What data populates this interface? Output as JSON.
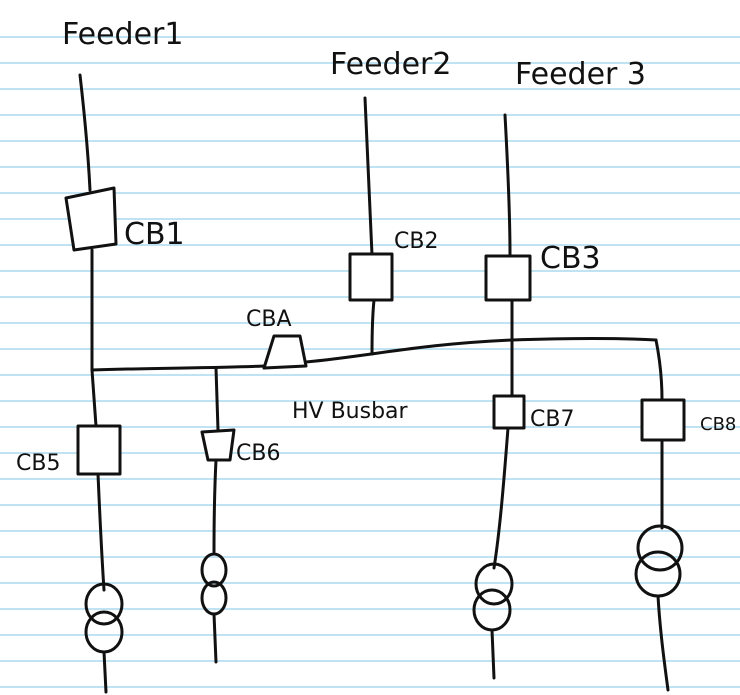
{
  "feeders": [
    {
      "label": "Feeder1"
    },
    {
      "label": "Feeder2"
    },
    {
      "label": "Feeder 3"
    }
  ],
  "breakers": [
    {
      "label": "CB1"
    },
    {
      "label": "CB2"
    },
    {
      "label": "CB3"
    },
    {
      "label": "CBA"
    },
    {
      "label": "CB5"
    },
    {
      "label": "CB6"
    },
    {
      "label": "CB7"
    },
    {
      "label": "CB8"
    }
  ],
  "busbar": {
    "label": "HV Busbar"
  },
  "colors": {
    "ink": "#111111",
    "paper_lines": "#bfe3f2"
  }
}
